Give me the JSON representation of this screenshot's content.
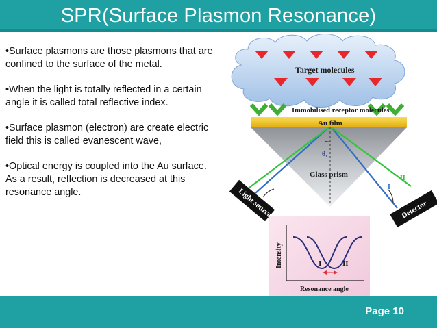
{
  "title": "SPR(Surface Plasmon Resonance)",
  "bullets": [
    "•Surface plasmons are those plasmons that are confined to the surface of the metal.",
    "•When the light  is totally reflected in a certain angle it is called total reflective index.",
    "•Surface plasmon (electron) are create electric field this is called evanescent wave,",
    "•Optical energy is coupled into the Au surface. As a result, reflection is decreased at this resonance angle."
  ],
  "diagram": {
    "target_label": "Target molecules",
    "receptor_label": "Immobilised receptor molecules",
    "film_label": "Au film",
    "theta_label": "θ₁",
    "prism_label": "Glass prism",
    "light_source_label": "Light source",
    "detector_label": "Detector",
    "beam1_label": "I",
    "beam2_label": "II",
    "axis_y_label": "Intensity",
    "axis_x_label": "Resonance angle",
    "dip1_label": "I",
    "dip2_label": "II"
  },
  "colors": {
    "title_bar": "#1fa1a3",
    "arrow_red": "#e8272b",
    "receptor_green": "#3fae35",
    "film_gold": "#f0c51c",
    "beam_blue": "#2f6fc4",
    "beam_green": "#34c43a",
    "curve_navy": "#2a2f7a"
  },
  "page": {
    "label": "Page 10"
  }
}
